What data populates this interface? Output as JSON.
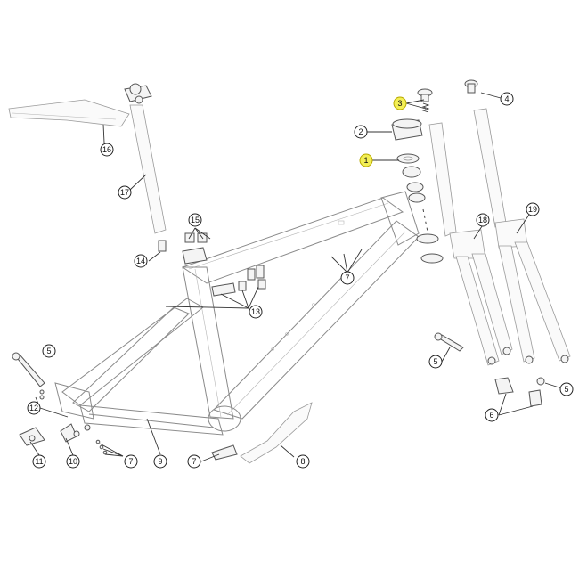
{
  "colors": {
    "highlight": "#f3ef55",
    "line": "#555555",
    "frame": "#8a8a8a"
  },
  "callouts": [
    {
      "label": "1",
      "highlight": true
    },
    {
      "label": "2",
      "highlight": false
    },
    {
      "label": "3",
      "highlight": true
    },
    {
      "label": "4",
      "highlight": false
    },
    {
      "label": "5",
      "highlight": false
    },
    {
      "label": "5",
      "highlight": false
    },
    {
      "label": "5",
      "highlight": false
    },
    {
      "label": "6",
      "highlight": false
    },
    {
      "label": "7",
      "highlight": false
    },
    {
      "label": "7",
      "highlight": false
    },
    {
      "label": "7",
      "highlight": false
    },
    {
      "label": "8",
      "highlight": false
    },
    {
      "label": "9",
      "highlight": false
    },
    {
      "label": "10",
      "highlight": false
    },
    {
      "label": "11",
      "highlight": false
    },
    {
      "label": "12",
      "highlight": false
    },
    {
      "label": "13",
      "highlight": false
    },
    {
      "label": "14",
      "highlight": false
    },
    {
      "label": "15",
      "highlight": false
    },
    {
      "label": "16",
      "highlight": false
    },
    {
      "label": "17",
      "highlight": false
    },
    {
      "label": "18",
      "highlight": false
    },
    {
      "label": "19",
      "highlight": false
    }
  ]
}
